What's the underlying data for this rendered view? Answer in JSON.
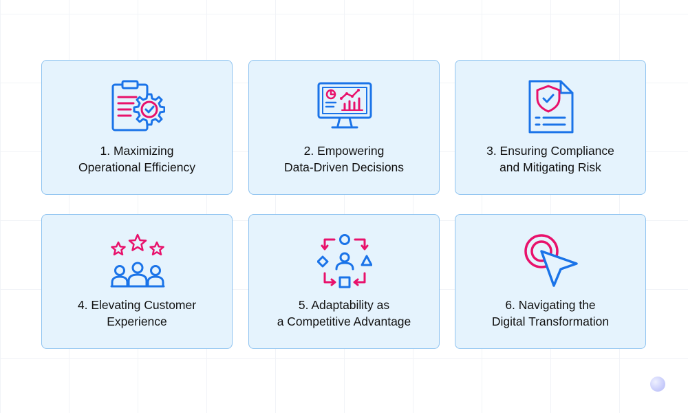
{
  "cards": [
    {
      "line1": "1. Maximizing",
      "line2": "Operational Efficiency",
      "icon": "clipboard-gear-icon"
    },
    {
      "line1": "2. Empowering",
      "line2": "Data-Driven Decisions",
      "icon": "monitor-analytics-icon"
    },
    {
      "line1": "3. Ensuring Compliance",
      "line2": "and Mitigating Risk",
      "icon": "shield-document-icon"
    },
    {
      "line1": "4. Elevating Customer",
      "line2": "Experience",
      "icon": "customers-stars-icon"
    },
    {
      "line1": "5. Adaptability as",
      "line2": "a Competitive Advantage",
      "icon": "adaptability-cycle-icon"
    },
    {
      "line1": "6. Navigating the",
      "line2": "Digital Transformation",
      "icon": "cursor-target-icon"
    }
  ],
  "colors": {
    "blue": "#1a73e8",
    "pink": "#e8116b",
    "card_background": "#e5f3fd",
    "card_border": "#8ec3f0"
  }
}
